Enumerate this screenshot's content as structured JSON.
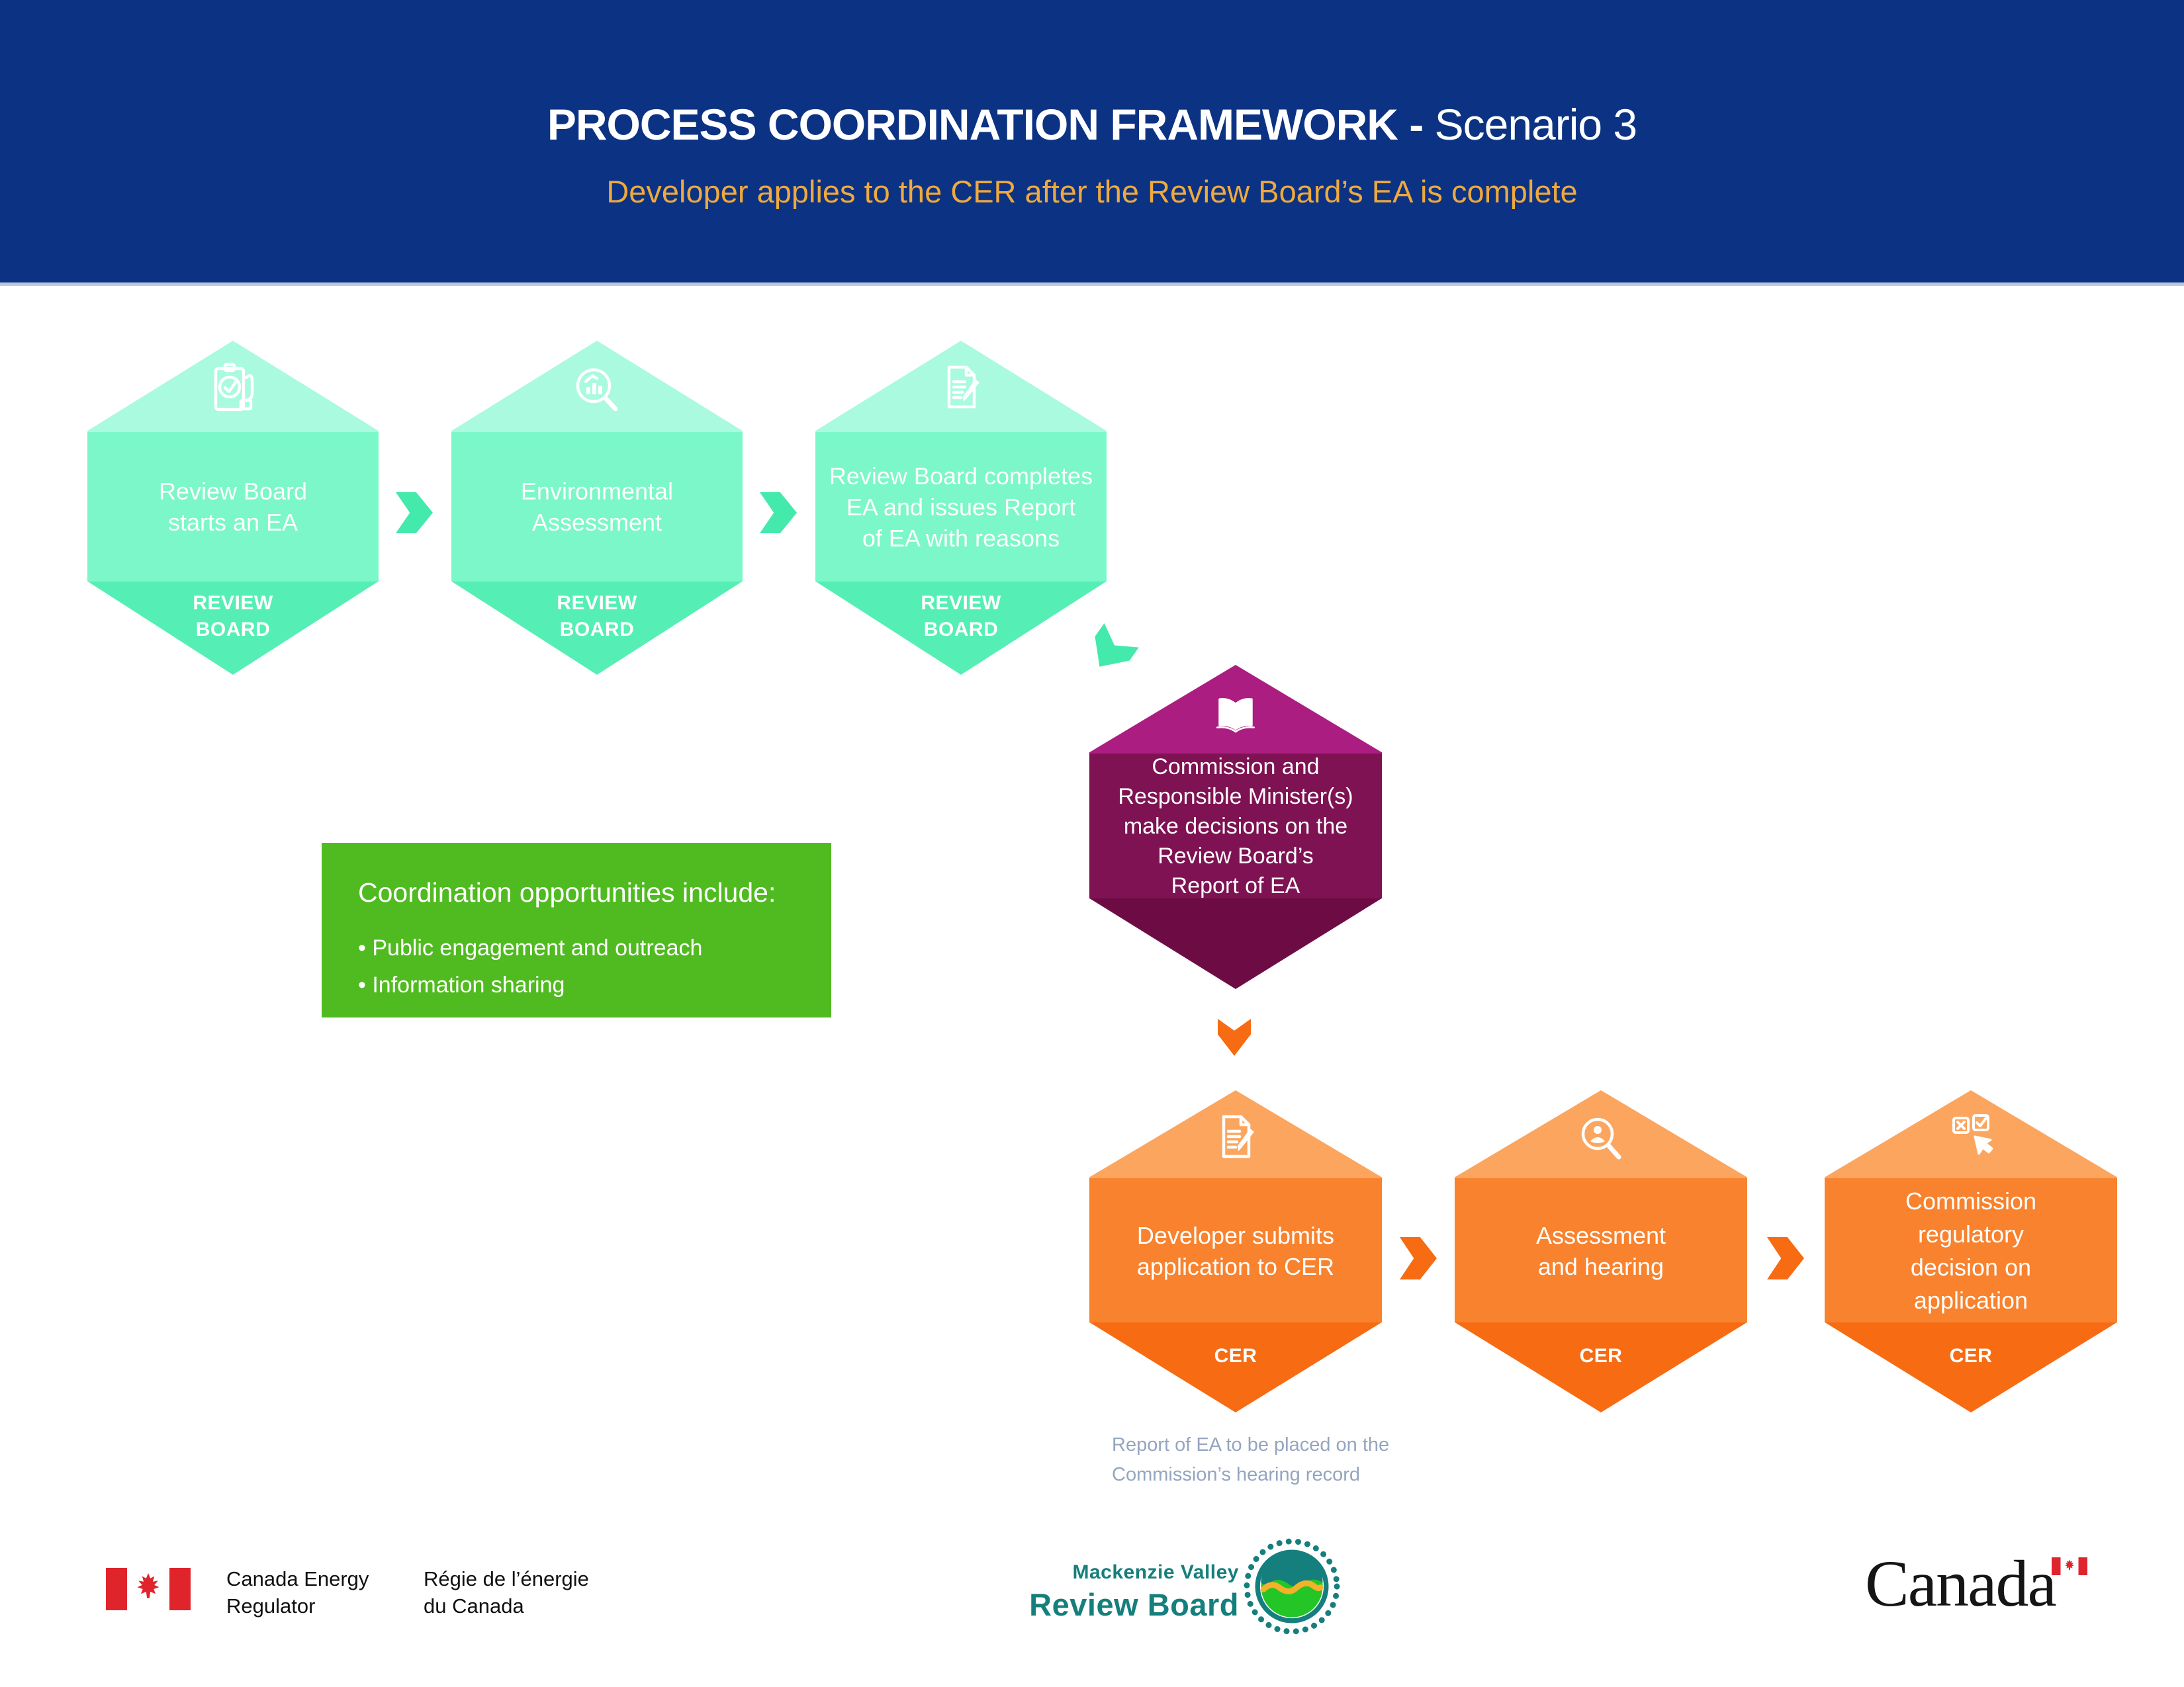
{
  "header": {
    "title_bold": "PROCESS COORDINATION FRAMEWORK - ",
    "title_regular": "Scenario 3",
    "subtitle": "Developer applies to the CER after the Review Board’s EA is complete"
  },
  "colors": {
    "header-blue": "#0c3383",
    "subtitle-orange": "#efa93e",
    "green-light": "#a9fade",
    "green-mid": "#7bf7c9",
    "green-dark": "#55efb5",
    "green-arrow": "#44e9ac",
    "purple-light": "#ab1d81",
    "purple-mid": "#7e1252",
    "purple-dark": "#6d0c44",
    "orange-light": "#fba55f",
    "orange-mid": "#f8822d",
    "orange-dark": "#f76b12",
    "box-green": "#50bb20",
    "note-gray": "#94a5bf",
    "teal": "#157f7d",
    "flag-red": "#e0242c"
  },
  "steps": {
    "step1": {
      "icon": "clipboard-check-hand-icon",
      "lines": [
        "Review Board",
        "starts an EA"
      ],
      "org_lines": [
        "REVIEW",
        "BOARD"
      ]
    },
    "step2": {
      "icon": "magnifier-chart-icon",
      "lines": [
        "Environmental",
        "Assessment"
      ],
      "org_lines": [
        "REVIEW",
        "BOARD"
      ]
    },
    "step3": {
      "icon": "document-pencil-icon",
      "lines": [
        "Review Board completes",
        "EA and issues Report",
        "of EA with reasons"
      ],
      "org_lines": [
        "REVIEW",
        "BOARD"
      ]
    },
    "decision": {
      "icon": "open-book-icon",
      "lines": [
        "Commission and",
        "Responsible Minister(s)",
        "make decisions on the",
        "Review Board’s",
        "Report of EA"
      ]
    },
    "cer1": {
      "icon": "document-pencil-icon",
      "lines": [
        "Developer submits",
        "application to CER"
      ],
      "org_lines": [
        "CER"
      ]
    },
    "cer2": {
      "icon": "magnifier-person-icon",
      "lines": [
        "Assessment",
        "and hearing"
      ],
      "org_lines": [
        "CER"
      ]
    },
    "cer3": {
      "icon": "checkbox-hand-icon",
      "lines": [
        "Commission",
        "regulatory",
        "decision on",
        "application"
      ],
      "org_lines": [
        "CER"
      ]
    }
  },
  "coordination_box": {
    "title": "Coordination opportunities include:",
    "bullets": [
      "Public engagement and outreach",
      "Information sharing"
    ]
  },
  "note": {
    "lines": [
      "Report of EA to be placed on the",
      "Commission’s hearing record"
    ]
  },
  "footer": {
    "cer_logo_en": [
      "Canada Energy",
      "Regulator"
    ],
    "cer_logo_fr": [
      "Régie de l’énergie",
      "du Canada"
    ],
    "mvrb_top": "Mackenzie Valley",
    "mvrb_bottom": "Review Board",
    "canada_wordmark": "Canada"
  }
}
